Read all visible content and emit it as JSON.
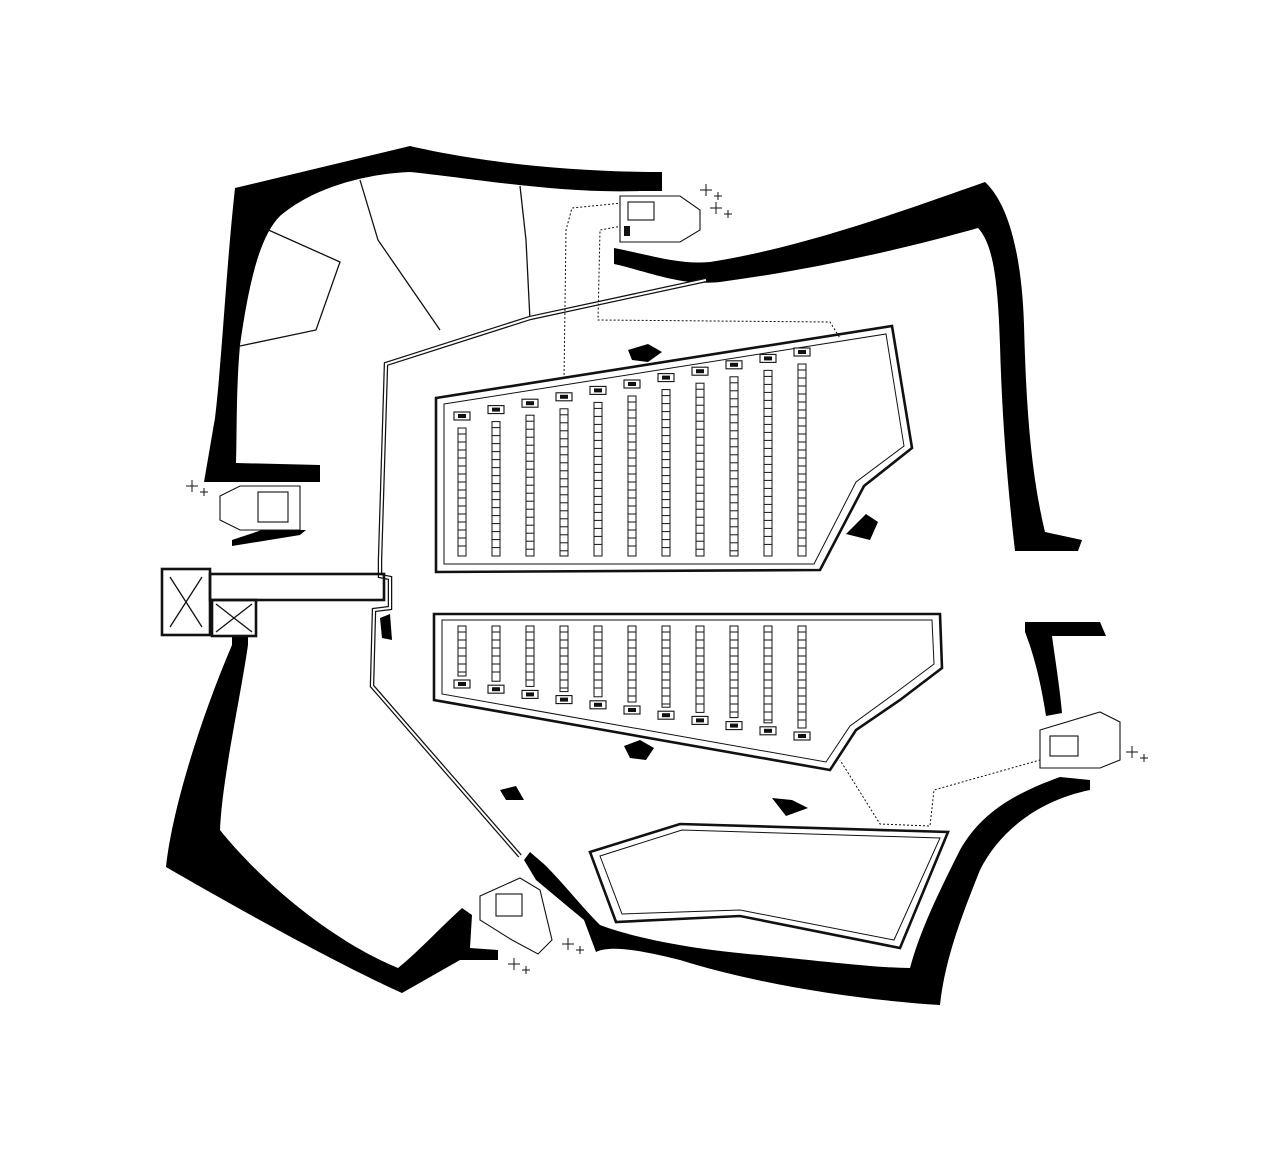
{
  "colors": {
    "background": "#ffffff",
    "wall": "#000000",
    "line": "#111111"
  },
  "plan": {
    "walls": [
      "outer-wall-northwest",
      "outer-wall-north",
      "outer-wall-east",
      "outer-wall-south",
      "outer-wall-southwest",
      "outer-wall-west"
    ],
    "vaults": [
      {
        "name": "vault-upper",
        "shelf_rows": 11
      },
      {
        "name": "vault-lower",
        "shelf_rows": 11
      }
    ],
    "entrances": [
      "entrance-north",
      "entrance-west",
      "entrance-east",
      "entrance-south"
    ]
  }
}
